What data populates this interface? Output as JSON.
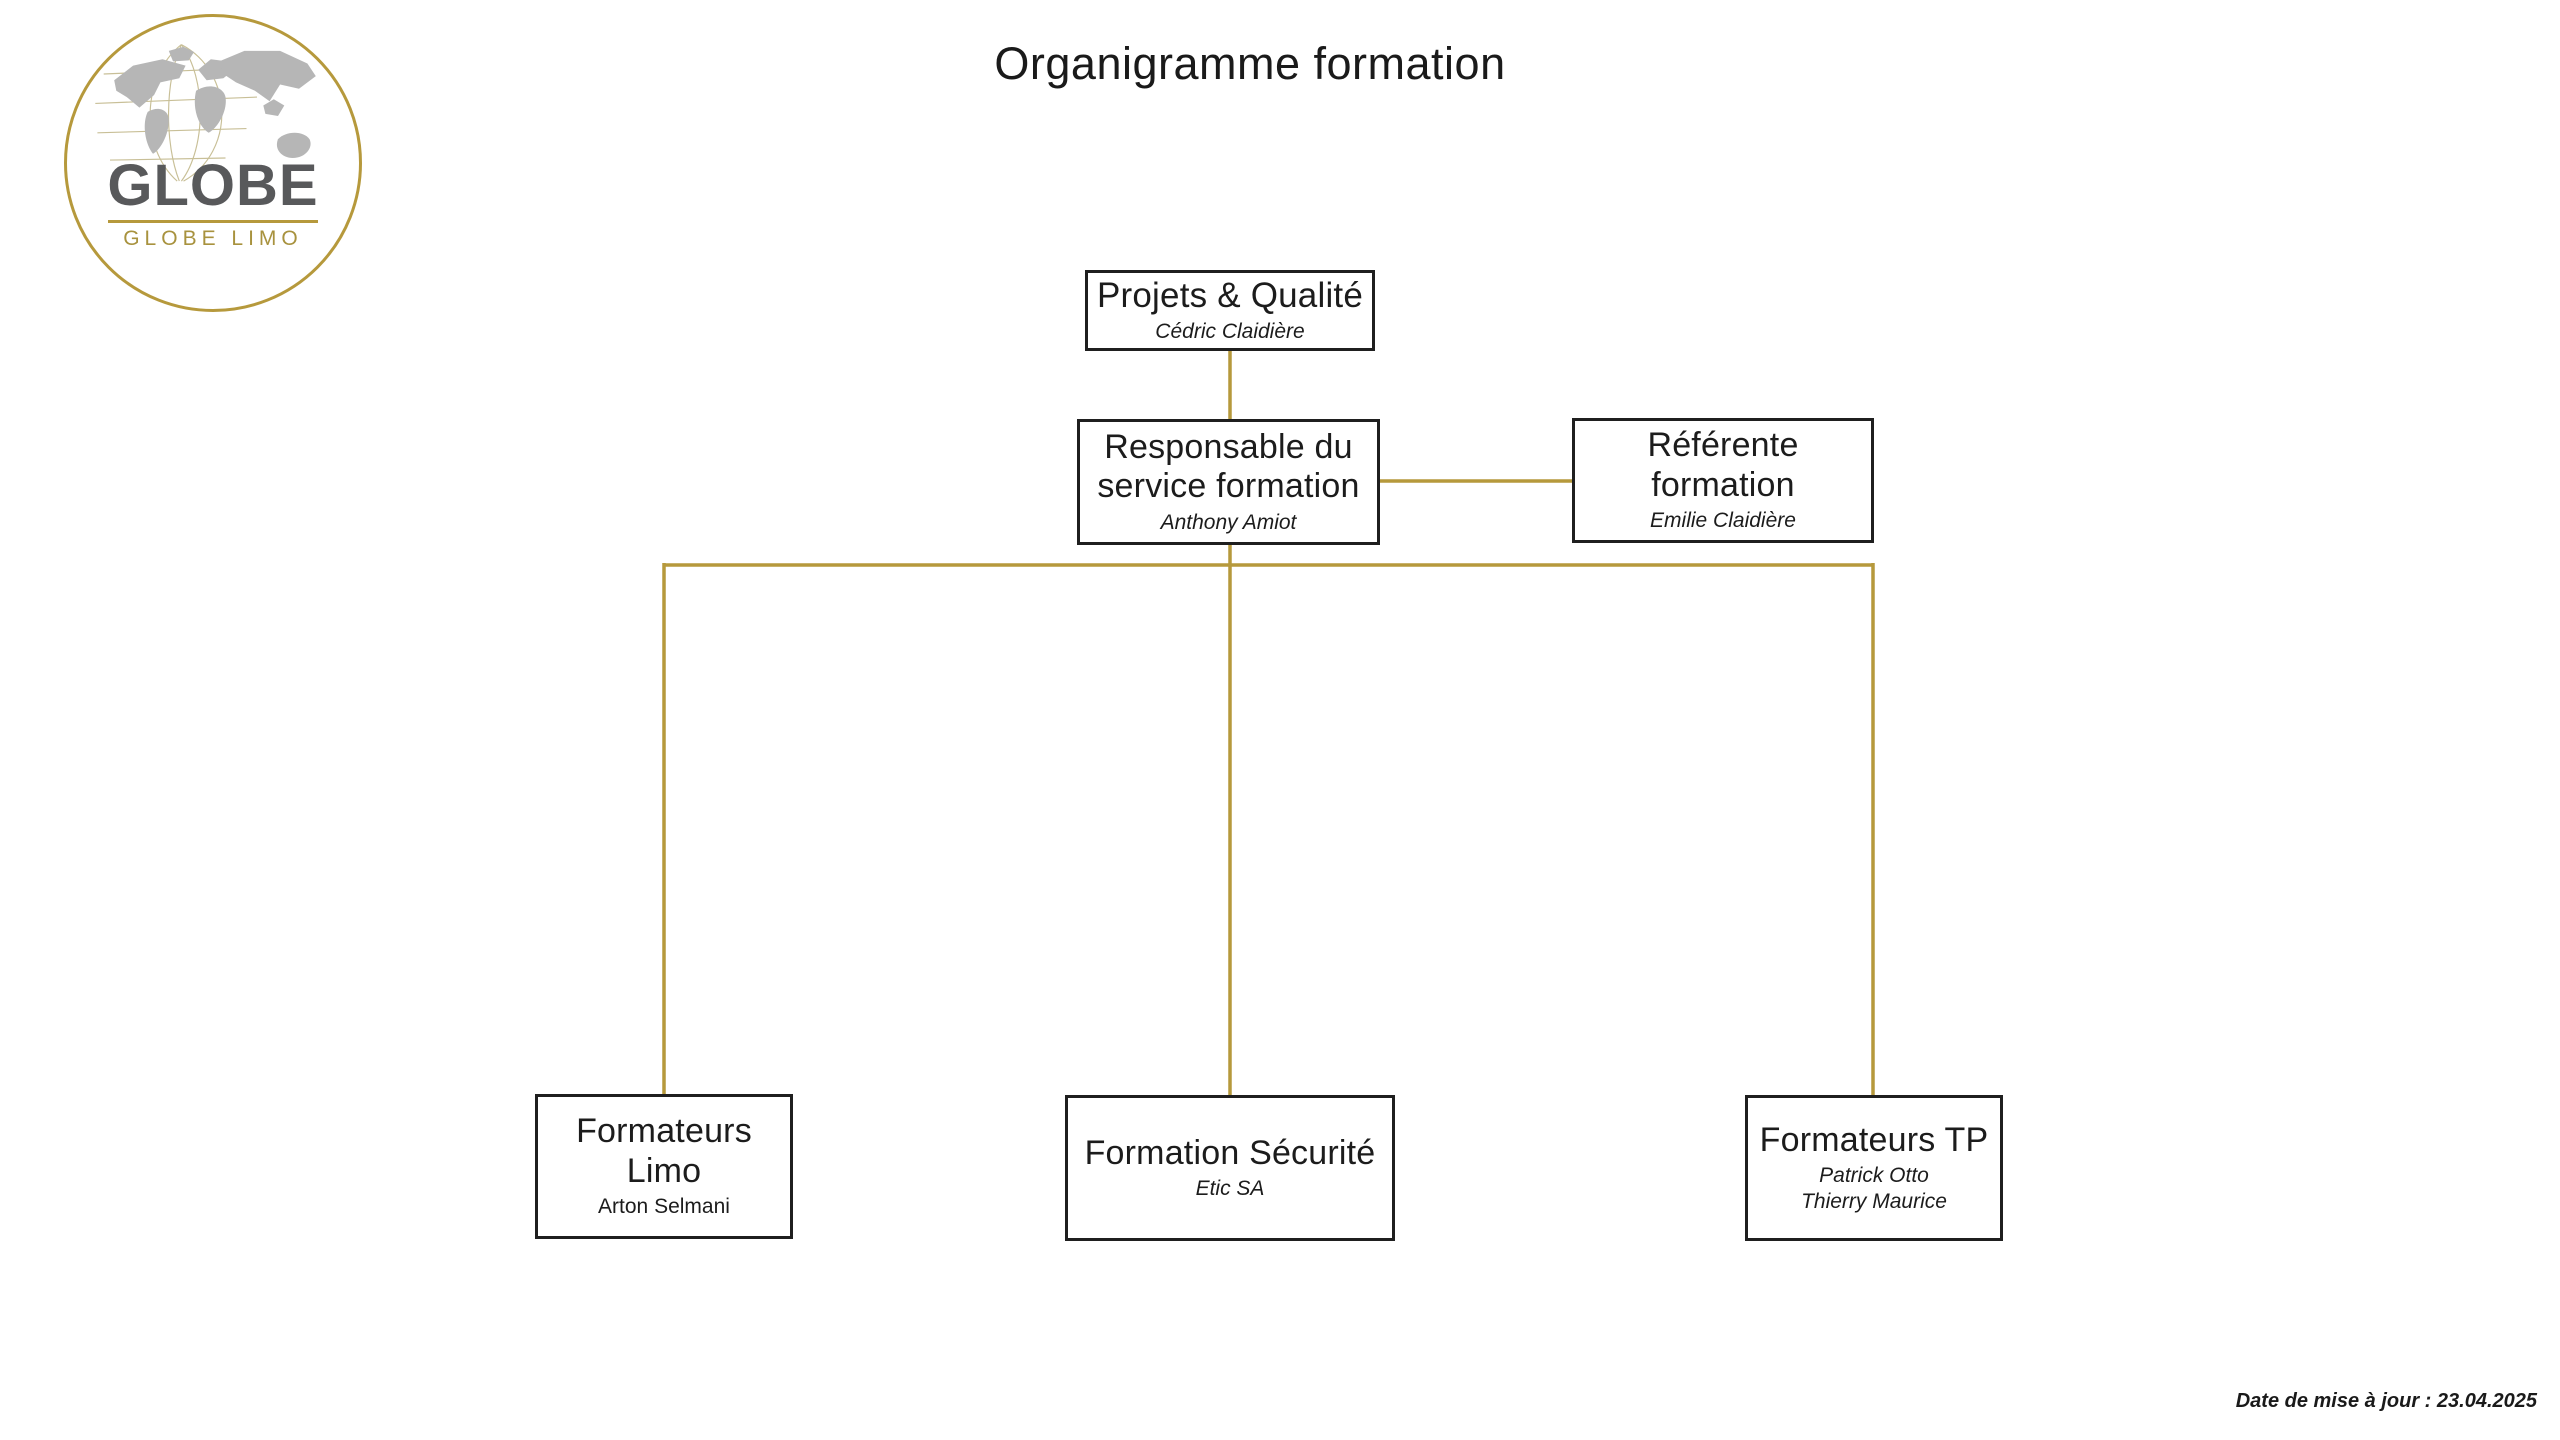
{
  "page": {
    "title": "Organigramme formation",
    "update_note": "Date de mise à jour : 23.04.2025"
  },
  "logo": {
    "wordmark": "GLOBE",
    "tagline": "GLOBE LIMO"
  },
  "colors": {
    "connector_gold": "#B6993C",
    "box_border": "#1F1F1F",
    "text": "#1C1C1C",
    "logo_gray": "#58595B",
    "map_gray": "#B6B6B6"
  },
  "org": {
    "nodes": [
      {
        "key": "projets-qualite",
        "title": "Projets & Qualité",
        "title_lines": [
          "Projets & Qualité"
        ],
        "names": [
          "Cédric Claidière"
        ]
      },
      {
        "key": "responsable-service-formation",
        "title": "Responsable du service formation",
        "title_lines": [
          "Responsable du",
          "service formation"
        ],
        "names": [
          "Anthony Amiot"
        ]
      },
      {
        "key": "referente-formation",
        "title": "Référente formation",
        "title_lines": [
          "Référente",
          "formation"
        ],
        "names": [
          "Emilie Claidière"
        ]
      },
      {
        "key": "formateurs-limo",
        "title": "Formateurs Limo",
        "title_lines": [
          "Formateurs",
          "Limo"
        ],
        "names": [
          "Arton Selmani"
        ]
      },
      {
        "key": "formation-securite",
        "title": "Formation Sécurité",
        "title_lines": [
          "Formation Sécurité"
        ],
        "names": [
          "Etic SA"
        ]
      },
      {
        "key": "formateurs-tp",
        "title": "Formateurs TP",
        "title_lines": [
          "Formateurs TP"
        ],
        "names": [
          "Patrick Otto",
          "Thierry Maurice"
        ]
      }
    ]
  }
}
